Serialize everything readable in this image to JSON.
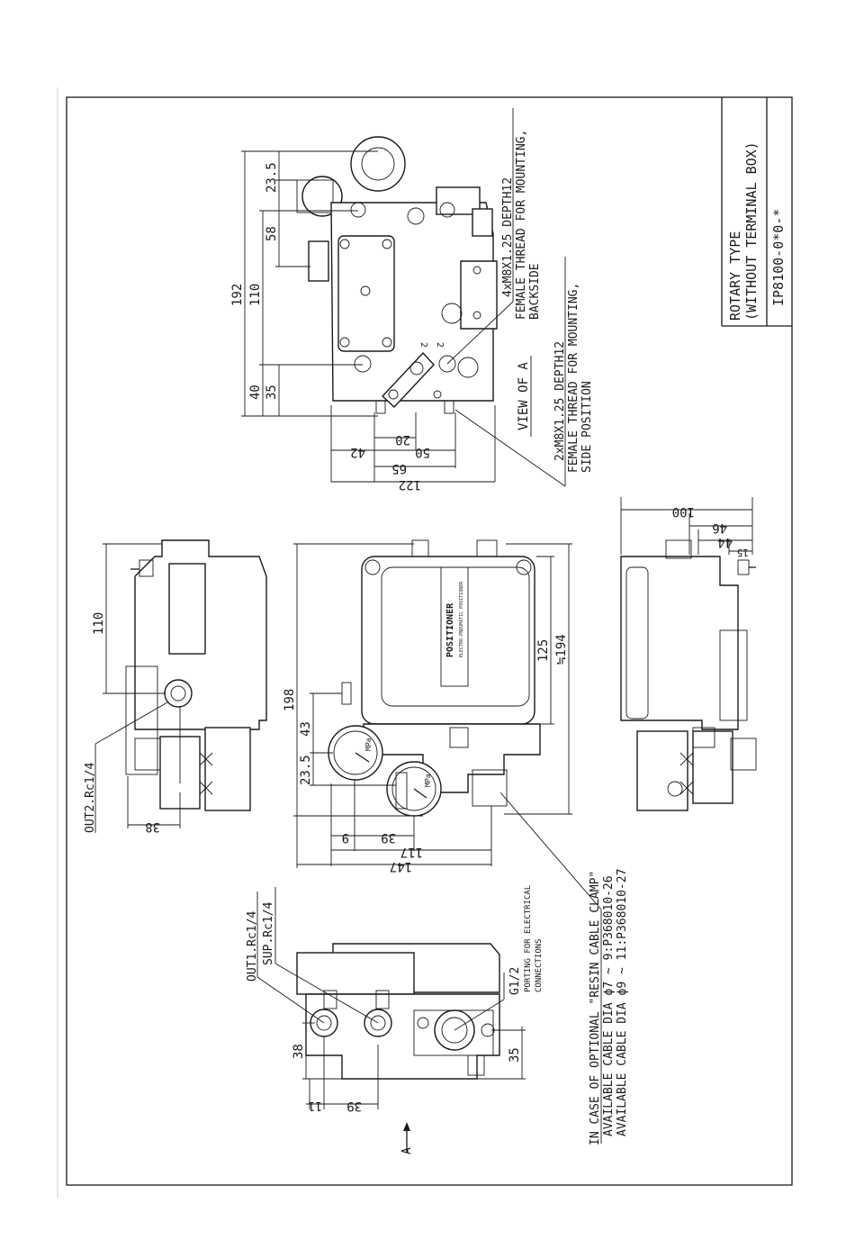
{
  "title_block": {
    "line1": "ROTARY TYPE",
    "line2": "(WITHOUT TERMINAL BOX)",
    "model": "IP8100-0*0-*"
  },
  "view_a": {
    "title": "VIEW OF A",
    "note1_line1": "4xM8X1.25 DEPTH12",
    "note1_line2": "FEMALE THREAD FOR MOUNTING,",
    "note1_line3": "BACKSIDE",
    "note2_line1": "2xM8X1.25 DEPTH12",
    "note2_line2": "FEMALE THREAD FOR MOUNTING,",
    "note2_line3": "SIDE POSITION",
    "label_vert_1": "2",
    "label_vert_2": "2",
    "dims": {
      "d23_5": "23.5",
      "d58": "58",
      "d192": "192",
      "d110": "110",
      "d40": "40",
      "d35": "35",
      "d20": "20",
      "d42": "42",
      "d50": "50",
      "d65": "65",
      "d122": "122"
    }
  },
  "left_view": {
    "d110": "110",
    "d38": "38",
    "port": "OUT2.Rc1/4"
  },
  "front_view": {
    "badge": "POSITIONER",
    "subbadge": "ELECTRO-PNEUMATIC POSITIONER",
    "gauge_unit": "MPa",
    "dims": {
      "d198": "198",
      "d43": "43",
      "d23_5": "23.5",
      "d125": "125",
      "d194": "≒194",
      "d9": "9",
      "d39": "39",
      "d117": "117",
      "d147": "147"
    }
  },
  "right_view": {
    "dims": {
      "d100": "100",
      "d46": "46",
      "d44": "44",
      "d15": "15"
    }
  },
  "bottom_view": {
    "port_out1": "OUT1.Rc1/4",
    "port_sup": "SUP.Rc1/4",
    "port_g": "G1/2",
    "port_note_line1": "PORTING FOR ELECTRICAL",
    "port_note_line2": "CONNECTIONS",
    "d38": "38",
    "d35": "35",
    "d11": "11",
    "d39": "39",
    "arrow_label": "A"
  },
  "cable_note": {
    "line1": "IN CASE OF OPTIONAL \"RESIN CABLE CLAMP\"",
    "line2": "AVAILABLE CABLE DIA ϕ7 ~ 9:P368010-26",
    "line3": "AVAILABLE CABLE DIA ϕ9 ~ 11:P368010-27"
  }
}
